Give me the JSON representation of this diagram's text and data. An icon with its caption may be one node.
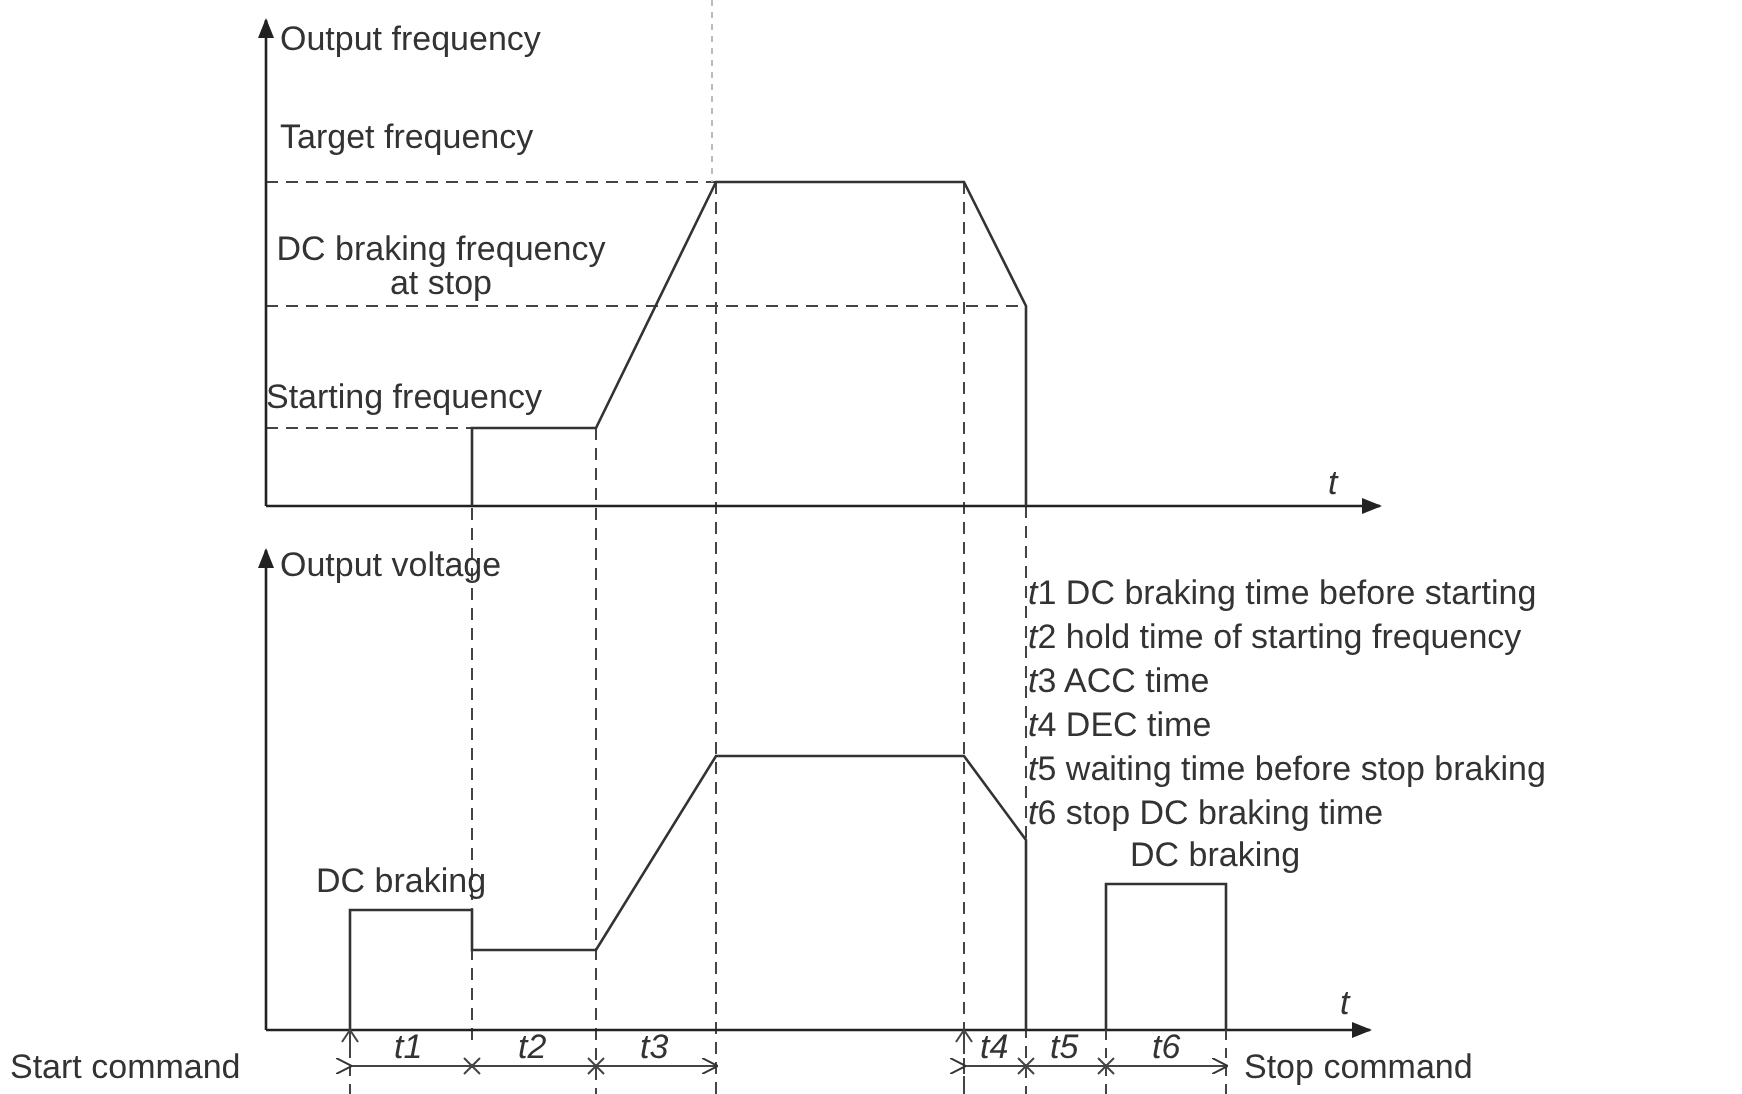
{
  "diagram": {
    "labels": [
      "Output frequency",
      "Target frequency",
      "DC braking frequency at stop",
      "Starting frequency",
      "t",
      "Output voltage",
      "t1 DC braking time before starting",
      "t2 hold time of starting frequency",
      "t3 ACC time",
      "t4 DEC time",
      "t5 waiting time before stop braking",
      "t6 stop DC braking time",
      "DC braking",
      "DC braking",
      "t",
      "Start command",
      "t1",
      "t2",
      "t3",
      "t4",
      "t5",
      "t6",
      "Stop command"
    ]
  }
}
